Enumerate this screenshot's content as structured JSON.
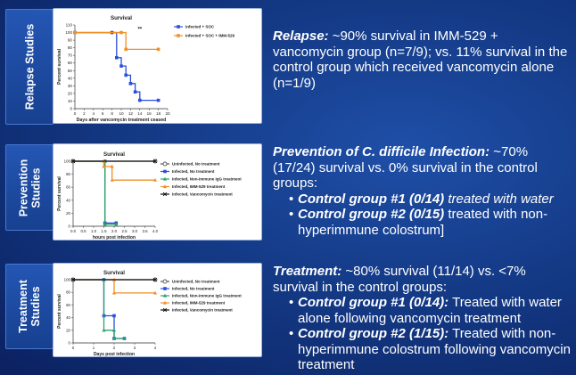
{
  "panels": [
    {
      "side_label": "Relapse Studies",
      "text": {
        "lead": "Relapse:",
        "body": " ~90% survival in IMM-529 + vancomycin group (n=7/9); vs. 11% survival in the control group which received vancomycin alone (n=1/9)",
        "bullets": []
      }
    },
    {
      "side_label": "Prevention Studies",
      "text": {
        "lead": "Prevention of C. difficile Infection:",
        "body": "  ~70% (17/24) survival vs. 0% survival in the control groups:",
        "bullets": [
          {
            "label": "Control group #1 (0/14)",
            "desc": " treated with water",
            "desc_italic": true
          },
          {
            "label": "Control group #2 (0/15)",
            "desc": " treated with non-hyperimmune colostrum]",
            "desc_italic": false
          }
        ]
      }
    },
    {
      "side_label": "Treatment Studies",
      "text": {
        "lead": "Treatment:",
        "body": " ~80% survival (11/14) vs. <7% survival in the control groups:",
        "bullets": [
          {
            "label": "Control group #1 (0/14):",
            "desc": " Treated with water alone following vancomycin treatment",
            "desc_italic": false
          },
          {
            "label": "Control group #2 (1/15):",
            "desc": " Treated with non-hyperimmune colostrum following vancomycin treatment",
            "desc_italic": false
          }
        ]
      }
    }
  ],
  "chart_data": [
    {
      "type": "line",
      "title": "Survival",
      "xlabel": "Days after vancomycin treatment ceased",
      "ylabel": "Percent survival",
      "xlim": [
        0,
        20
      ],
      "ylim": [
        0,
        110
      ],
      "xticks": [
        0,
        2,
        4,
        6,
        8,
        10,
        12,
        14,
        16,
        18,
        20
      ],
      "yticks": [
        0,
        10,
        20,
        30,
        40,
        50,
        60,
        70,
        80,
        90,
        100,
        110
      ],
      "annotation": "**",
      "legend_position": "top-right",
      "series": [
        {
          "name": "Infected + SOC",
          "color": "#2a4fd8",
          "marker": "square",
          "x": [
            0,
            8,
            9,
            10,
            11,
            12,
            13,
            14,
            18
          ],
          "y": [
            100,
            100,
            67,
            56,
            44,
            33,
            22,
            11,
            11
          ]
        },
        {
          "name": "Infected + SOC + IMM-529",
          "color": "#f0902a",
          "marker": "square",
          "x": [
            0,
            10,
            11,
            18
          ],
          "y": [
            100,
            100,
            78,
            78
          ]
        }
      ]
    },
    {
      "type": "line",
      "title": "Survival",
      "xlabel": "hours post infection",
      "ylabel": "Percent survival",
      "xlim": [
        0,
        4.0
      ],
      "ylim": [
        0,
        100
      ],
      "xticks": [
        0.0,
        0.5,
        1.0,
        1.5,
        2.0,
        2.5,
        3.0,
        3.5,
        4.0
      ],
      "xtick_labels": [
        "0.0",
        "0.5",
        "1.0",
        "1.5",
        "2.0",
        "2.5",
        "3.0",
        "3.5",
        "4.0"
      ],
      "yticks": [
        0,
        20,
        40,
        60,
        80,
        100
      ],
      "legend_position": "right",
      "series": [
        {
          "name": "Uninfected, No treatment",
          "color": "#555555",
          "marker": "circle",
          "x": [
            0,
            4.0
          ],
          "y": [
            100,
            100
          ]
        },
        {
          "name": "Infected, No treatment",
          "color": "#2a4fd8",
          "marker": "square",
          "x": [
            0,
            1.55,
            1.55,
            2.1
          ],
          "y": [
            100,
            100,
            5,
            5
          ]
        },
        {
          "name": "Infected, Non-immune IgG treatment",
          "color": "#2aa36b",
          "marker": "triangle",
          "x": [
            0,
            1.55,
            1.55,
            2.1
          ],
          "y": [
            100,
            100,
            3,
            3
          ]
        },
        {
          "name": "Infected, IMM-529 treatment",
          "color": "#f0902a",
          "marker": "triangle",
          "x": [
            0,
            1.5,
            1.5,
            1.9,
            1.9,
            4.0
          ],
          "y": [
            100,
            100,
            92,
            92,
            71,
            71
          ]
        },
        {
          "name": "Infected, Vancomycin treatment",
          "color": "#111111",
          "marker": "x",
          "x": [
            0,
            4.0
          ],
          "y": [
            100,
            100
          ]
        }
      ]
    },
    {
      "type": "line",
      "title": "Survival",
      "xlabel": "Days post infection",
      "ylabel": "Percent survival",
      "xlim": [
        0,
        4
      ],
      "ylim": [
        0,
        100
      ],
      "xticks": [
        0,
        1,
        2,
        3,
        4
      ],
      "yticks": [
        0,
        20,
        40,
        60,
        80,
        100
      ],
      "legend_position": "right",
      "series": [
        {
          "name": "Uninfected, No treatment",
          "color": "#555555",
          "marker": "circle",
          "x": [
            0,
            4
          ],
          "y": [
            100,
            100
          ]
        },
        {
          "name": "Infected, No treatment",
          "color": "#2a4fd8",
          "marker": "square",
          "x": [
            0,
            1.5,
            1.5,
            2.0,
            2.0,
            2.5
          ],
          "y": [
            100,
            100,
            43,
            43,
            7,
            7
          ]
        },
        {
          "name": "Infected, Non-immune IgG treatment",
          "color": "#2aa36b",
          "marker": "triangle",
          "x": [
            0,
            1.5,
            1.5,
            2.0,
            2.0,
            2.5
          ],
          "y": [
            100,
            100,
            20,
            20,
            7,
            7
          ]
        },
        {
          "name": "Infected, IMM-529 treatment",
          "color": "#f0902a",
          "marker": "triangle",
          "x": [
            0,
            2.0,
            2.0,
            4
          ],
          "y": [
            100,
            100,
            79,
            79
          ]
        },
        {
          "name": "Infected, Vancomycin treatment",
          "color": "#111111",
          "marker": "x",
          "x": [
            0,
            4
          ],
          "y": [
            100,
            100
          ]
        }
      ]
    }
  ]
}
